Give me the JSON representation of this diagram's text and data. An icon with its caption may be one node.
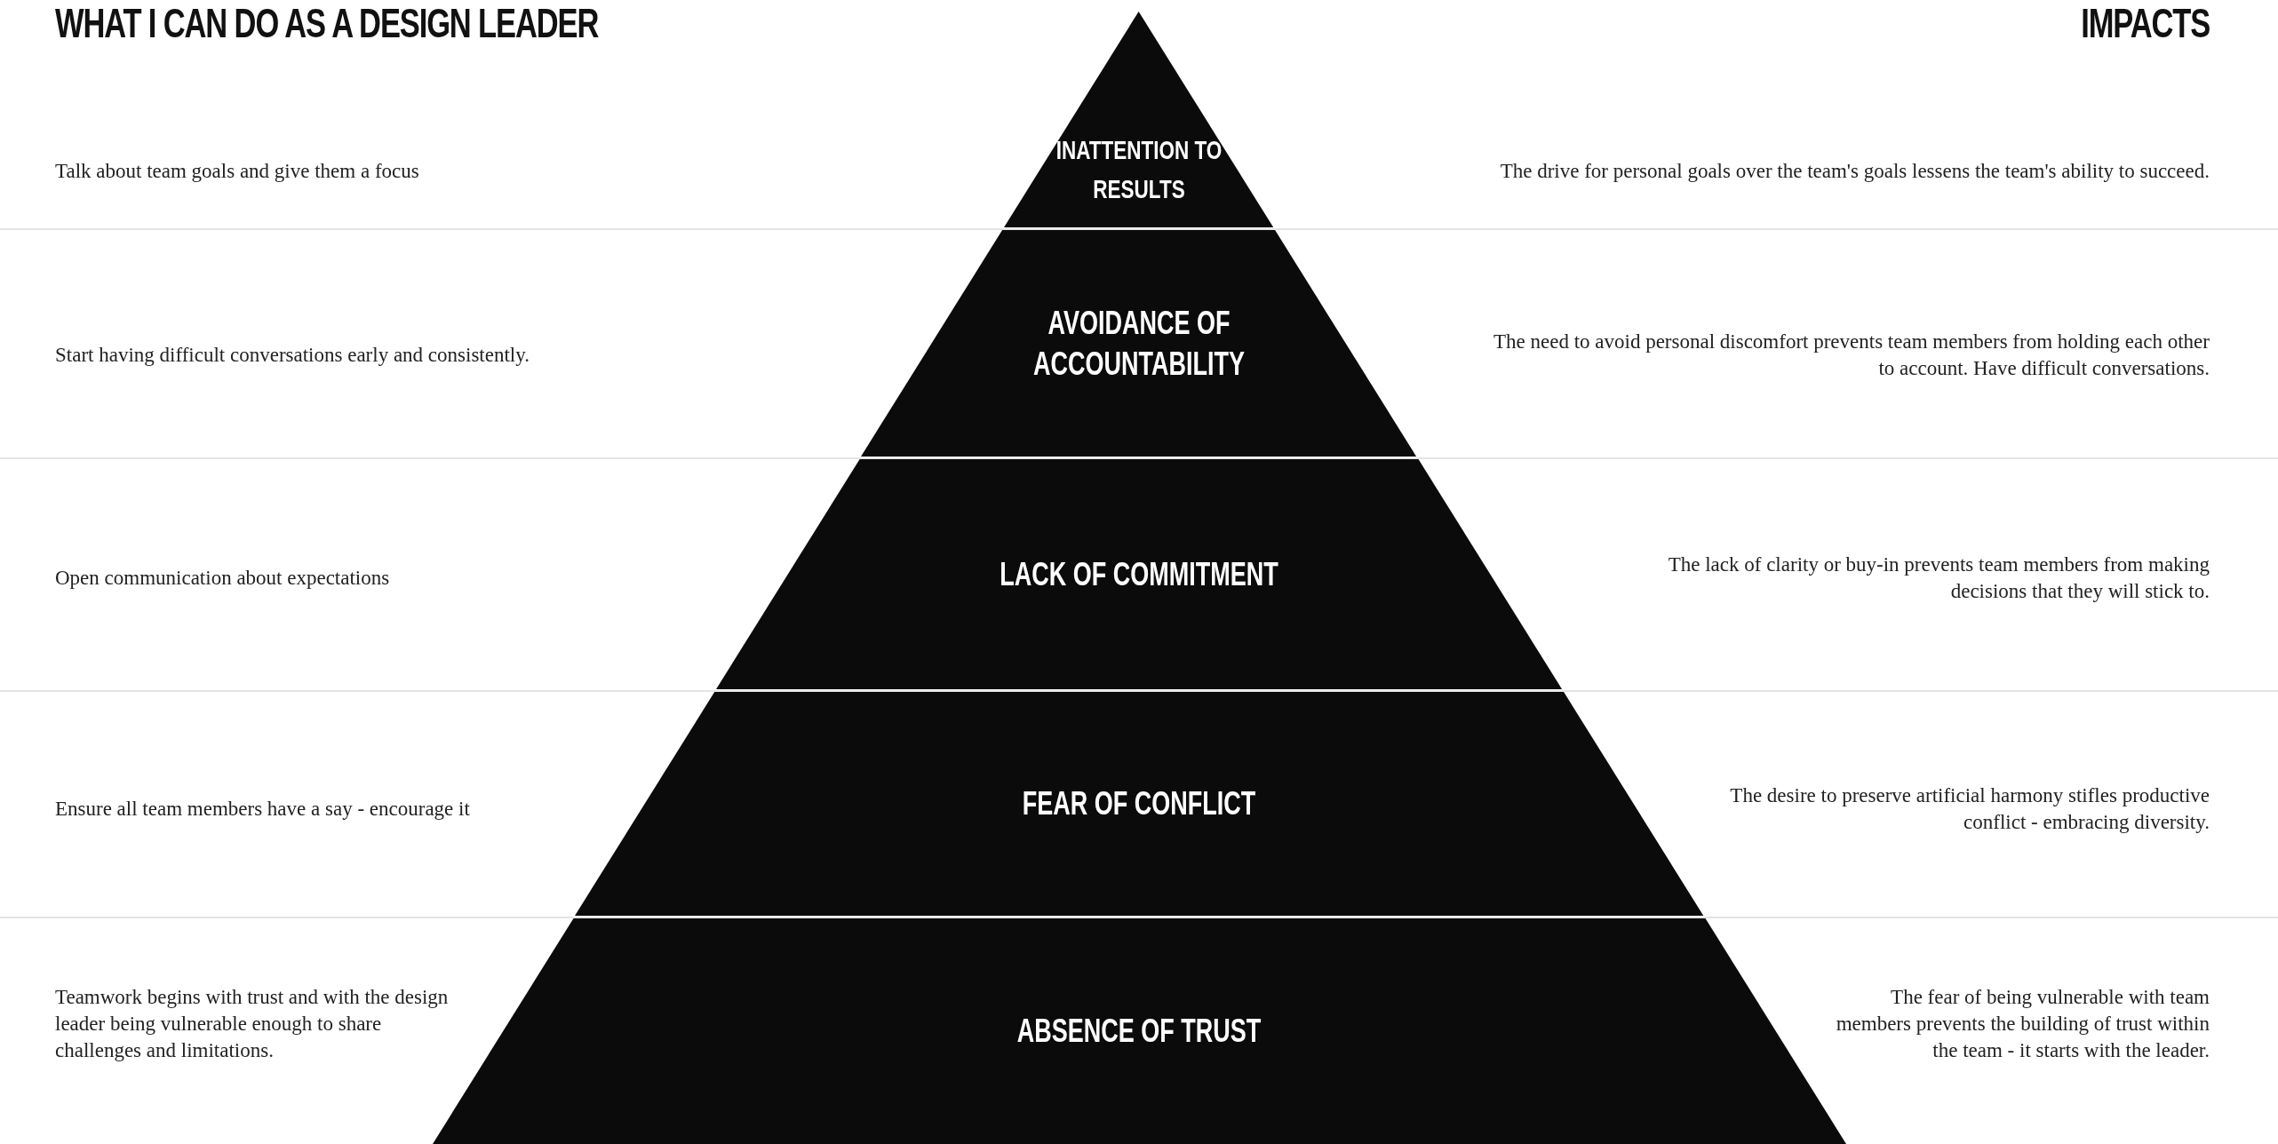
{
  "diagram": {
    "nodes": [
      {
        "text": [
          "INATTENTION TO RESULTS"
        ]
      },
      {
        "text": [
          "AVOIDANCE OF ACCOUNTABILITY"
        ]
      },
      {
        "text": [
          "LACK OF COMMITMENT"
        ]
      },
      {
        "text": [
          "FEAR OF CONFLICT"
        ]
      },
      {
        "text": [
          "ABSENCE OF TRUST"
        ]
      }
    ],
    "labels": [
      "WHAT I CAN DO AS A DESIGN LEADER",
      "IMPACTS",
      "Talk about team goals and give them a focus",
      "The drive for personal goals over the team's goals lessens the team's ability to succeed.",
      "Start having difficult conversations early and consistently.",
      "The need to avoid personal discomfort prevents team members from holding each other to account. Have difficult conversations.",
      "Open communication about expectations",
      "The lack of clarity or buy-in prevents team members from making decisions that they will stick to.",
      "Ensure all team members have a say - encourage it",
      "The desire to preserve artificial harmony stifles productive conflict - embracing diversity.",
      "Teamwork begins with trust and with the design leader being vulnerable enough to share challenges and limitations.",
      "The fear of being vulnerable with team members prevents the building of trust within the team - it starts with the leader."
    ]
  }
}
